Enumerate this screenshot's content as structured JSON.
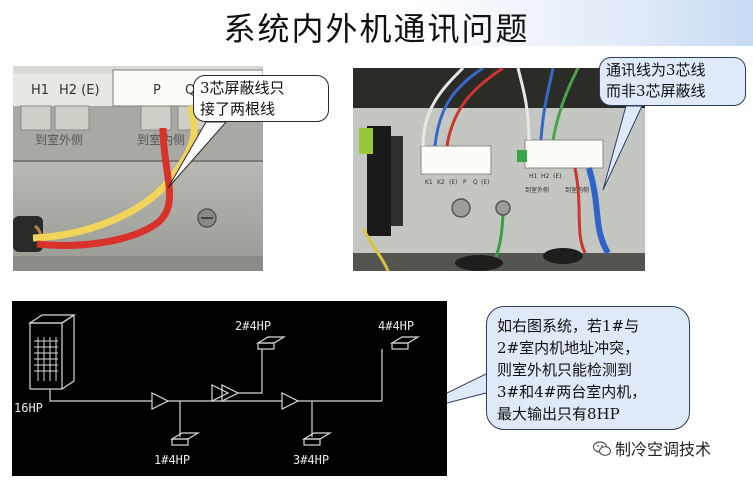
{
  "title": "系统内外机通讯问题",
  "photo_left": {
    "terminal_labels": [
      "H1",
      "H2 (E)",
      "P",
      "Q"
    ],
    "plate_labels": [
      "到室外侧",
      "到室内侧"
    ],
    "callout": [
      "3芯屏蔽线只",
      "接了两根线"
    ]
  },
  "photo_right": {
    "terminal_labels_a": [
      "K1",
      "K2",
      "(E)",
      "P",
      "Q",
      "(E)"
    ],
    "terminal_labels_b": [
      "H1",
      "H2",
      "(E)"
    ],
    "plate_labels": [
      "到室外侧",
      "到室内侧"
    ],
    "callout": [
      "通讯线为3芯线",
      "而非3芯屏蔽线"
    ]
  },
  "diagram": {
    "outdoor_label": "16HP",
    "indoor_labels": [
      "1#4HP",
      "2#4HP",
      "3#4HP",
      "4#4HP"
    ]
  },
  "explain_callout": [
    "如右图系统，若1#与",
    "2#室内机地址冲突，",
    "则室外机只能检测到",
    "3#和4#两台室内机，",
    "最大输出只有8HP"
  ],
  "watermark": "制冷空调技术",
  "colors": {
    "callout_fill": "#dfe9f8",
    "diagram_bg": "#000000",
    "title_band": "#c8dbf4"
  }
}
